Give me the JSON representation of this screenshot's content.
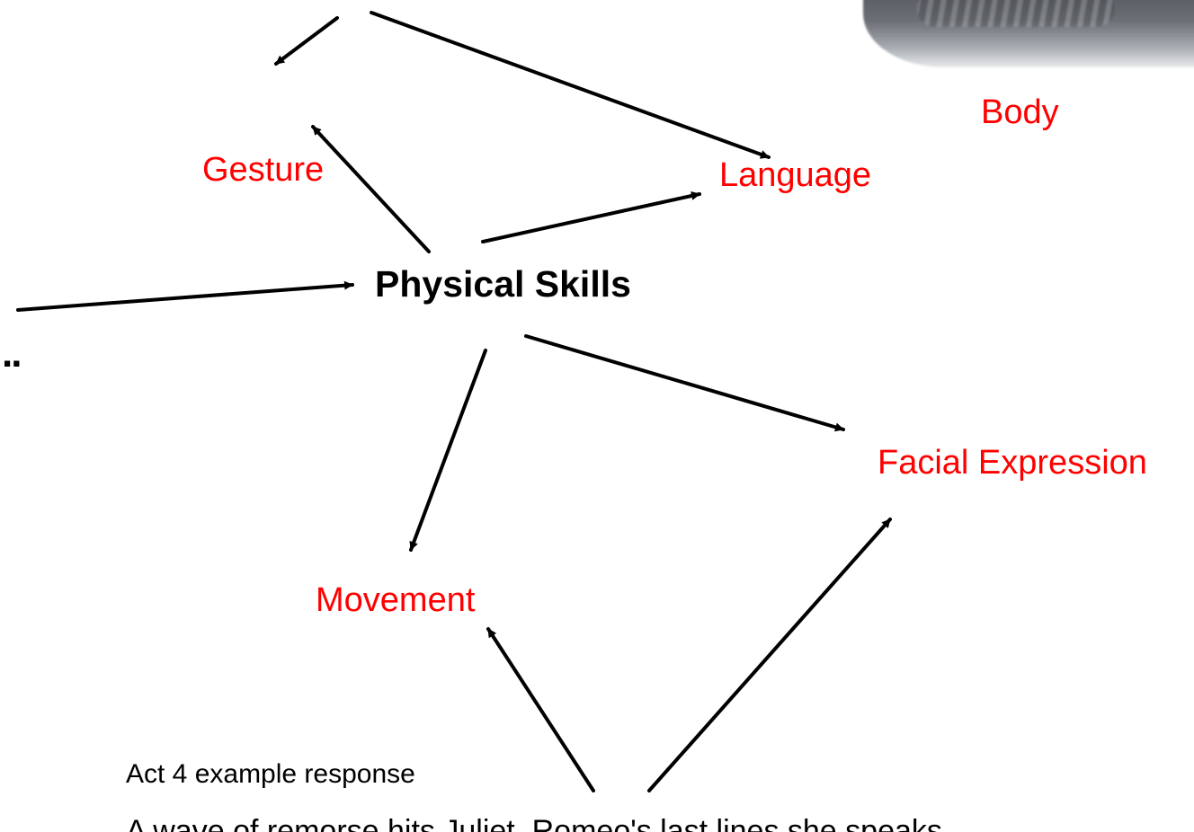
{
  "diagram": {
    "central_node": "Physical Skills",
    "nodes": {
      "gesture": "Gesture",
      "language": "Language",
      "body": "Body",
      "facial_expression": "Facial Expression",
      "movement": "Movement"
    },
    "caption": "Act 4 example response",
    "bottom_text": "A wave of remorse hits Juliet. Romeo's last lines she speaks..."
  },
  "truncated_left_text": "..",
  "colors": {
    "node_text": "#ff0000",
    "central_text": "#000000",
    "arrows": "#000000",
    "background": "#ffffff"
  }
}
